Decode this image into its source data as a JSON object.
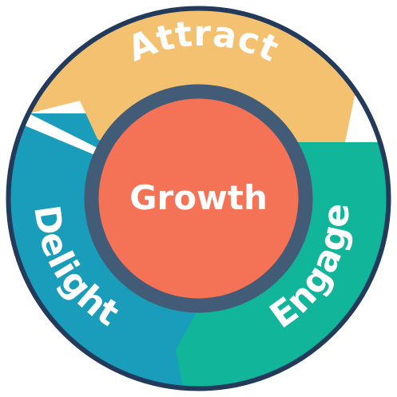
{
  "diagram": {
    "center": {
      "label": "Growth"
    },
    "segments": [
      {
        "id": "attract",
        "label": "Attract"
      },
      {
        "id": "engage",
        "label": "Engage"
      },
      {
        "id": "delight",
        "label": "Delight"
      }
    ],
    "colors": {
      "attract": "#F4C170",
      "engage": "#11B59A",
      "delight": "#1A9DBA",
      "center": "#F47256",
      "ring": "#425B76",
      "outline": "#233A5A"
    }
  }
}
